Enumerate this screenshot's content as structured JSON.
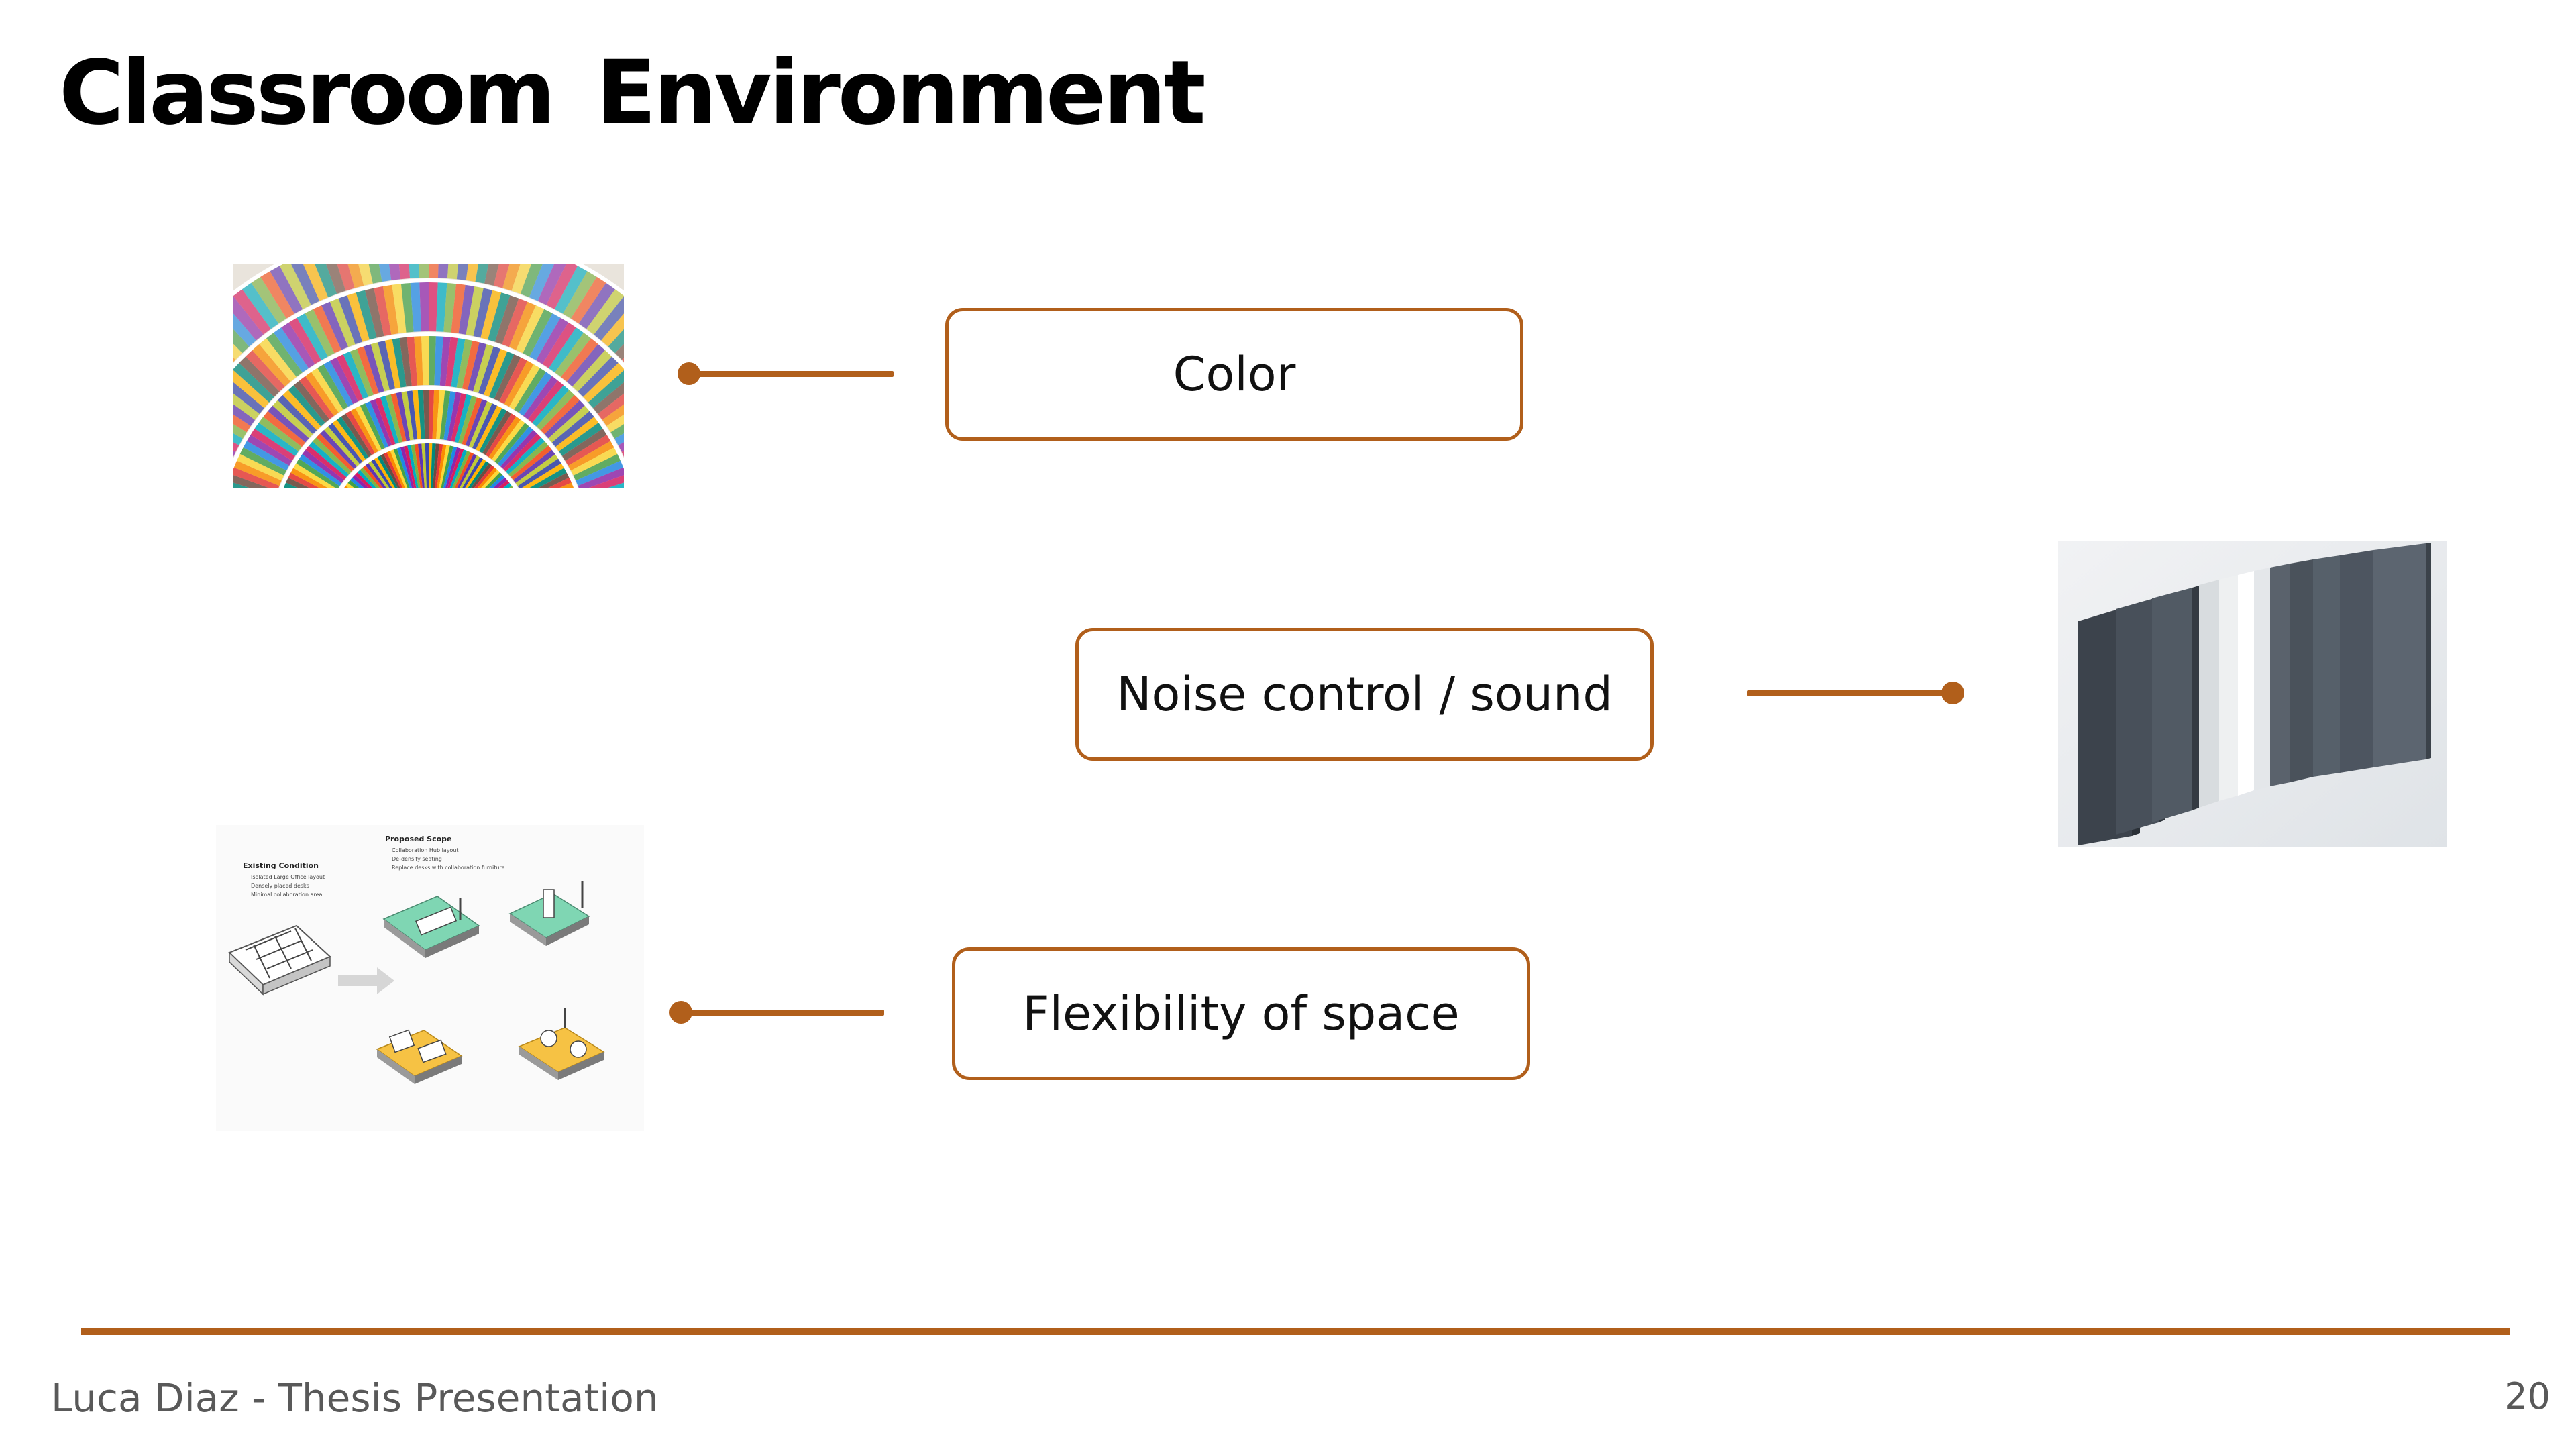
{
  "slide": {
    "title": "Classroom Environment",
    "accent_color": "#B15F1B",
    "items": [
      {
        "label": "Color",
        "image": "color-fan-swatch-image"
      },
      {
        "label": "Noise control / sound",
        "image": "acoustic-panels-image"
      },
      {
        "label": "Flexibility of space",
        "image": "flexible-layout-diagram-image"
      }
    ],
    "diagram": {
      "existing_heading": "Existing Condition",
      "existing_items": [
        "Isolated Large Office layout",
        "Densely placed desks",
        "Minimal collaboration area"
      ],
      "proposed_heading": "Proposed Scope",
      "proposed_items": [
        "Collaboration Hub layout",
        "De-densify seating",
        "Replace desks with collaboration furniture"
      ]
    }
  },
  "footer": {
    "presenter": "Luca Diaz - Thesis Presentation",
    "page_number": "20"
  }
}
